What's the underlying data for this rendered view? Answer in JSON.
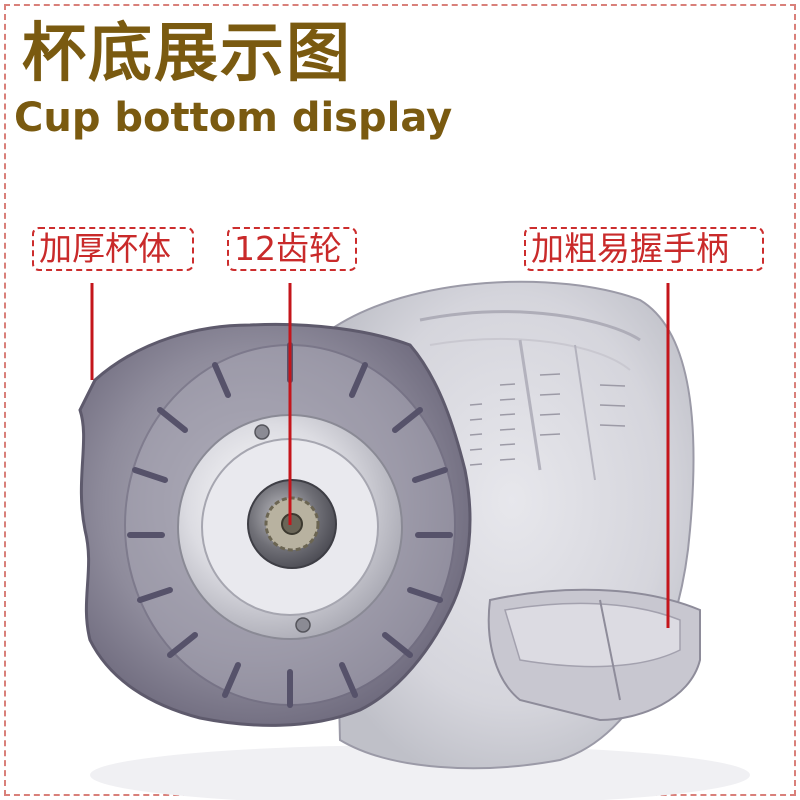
{
  "title": {
    "chinese": "杯底展示图",
    "english": "Cup bottom display"
  },
  "callouts": [
    {
      "label": "加厚杯体"
    },
    {
      "label": "12齿轮"
    },
    {
      "label": "加粗易握手柄"
    }
  ],
  "colors": {
    "title": "#7a5a10",
    "callout_text": "#c92a2a",
    "callout_border": "#cc2d2d",
    "leader_line": "#c4151b",
    "page_border": "#d9807a"
  }
}
